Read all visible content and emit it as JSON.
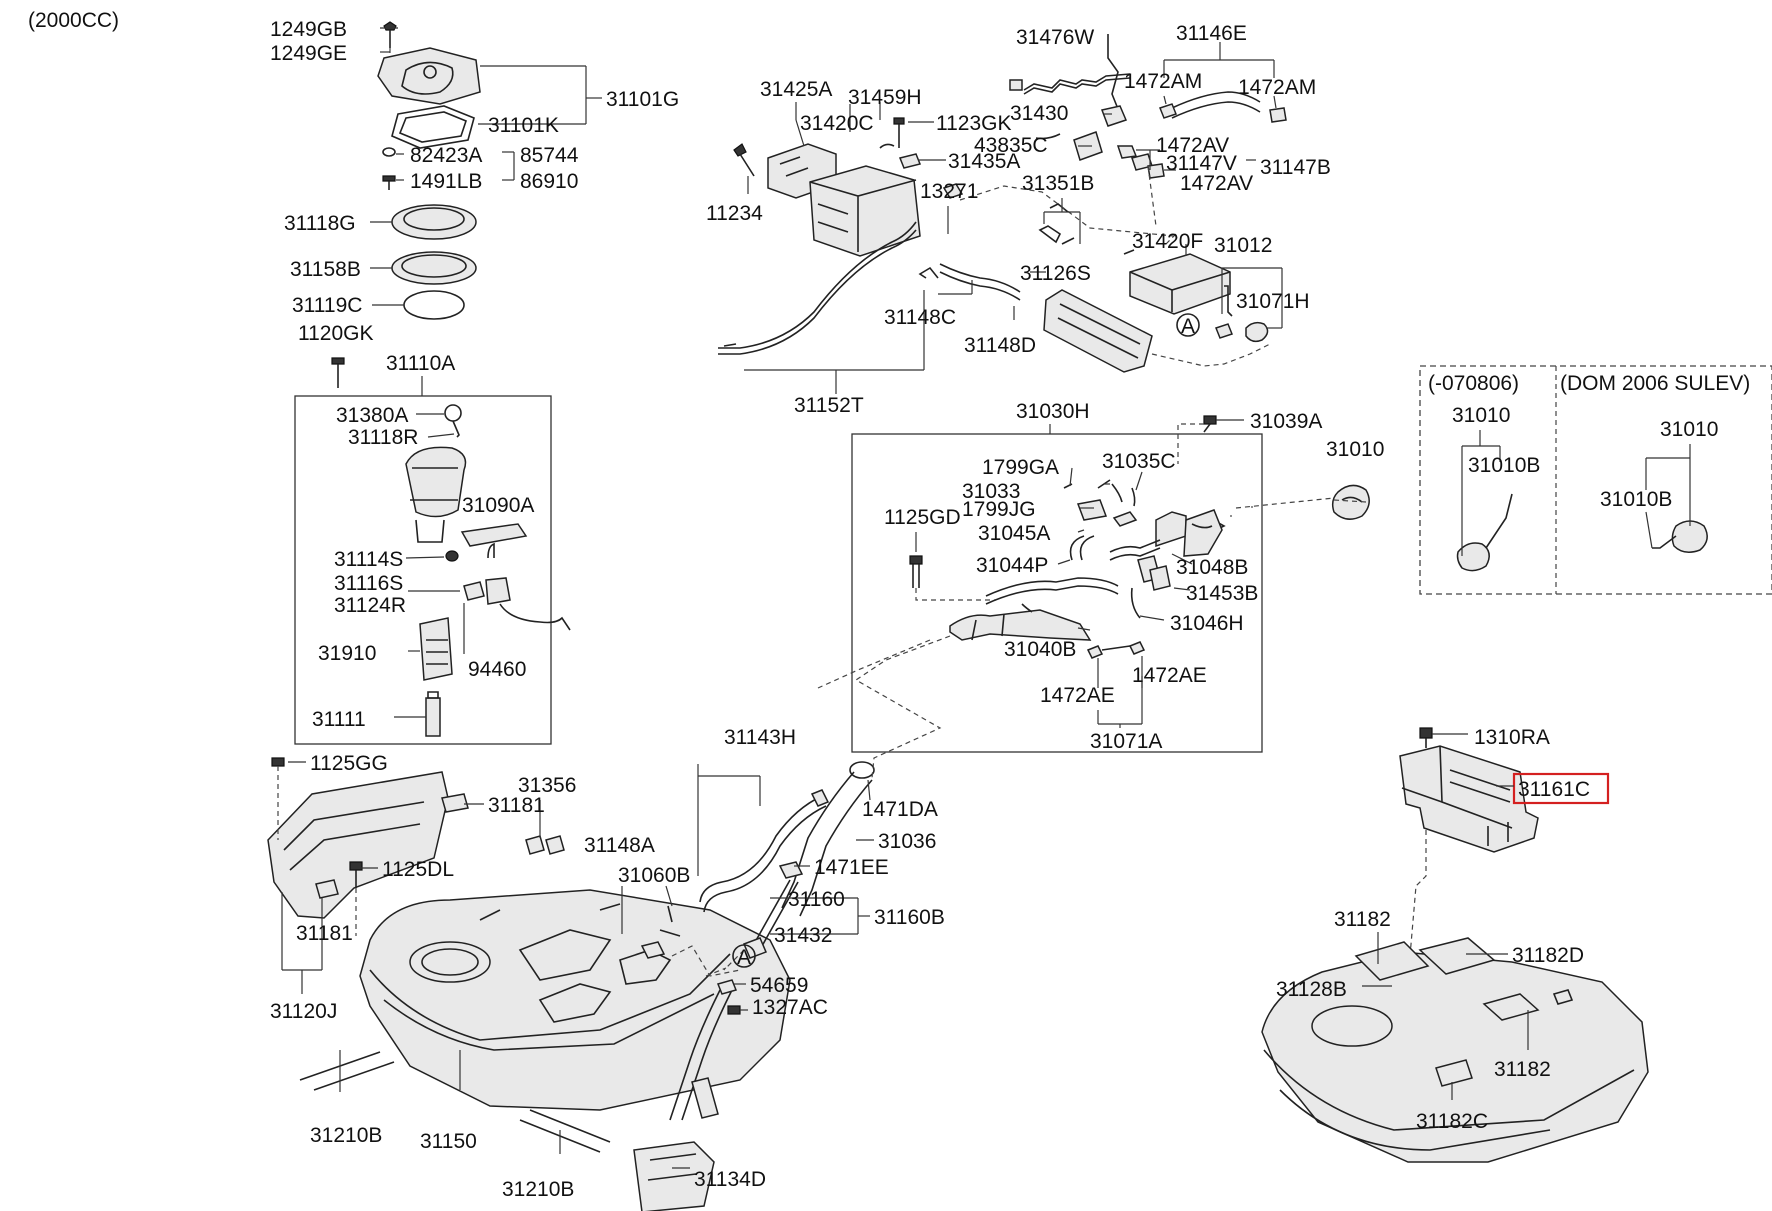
{
  "header": {
    "engine_label": "(2000CC)"
  },
  "labels": {
    "l_1249GB": "1249GB",
    "l_1249GE": "1249GE",
    "l_31101G": "31101G",
    "l_31101K": "31101K",
    "l_82423A": "82423A",
    "l_85744": "85744",
    "l_1491LB": "1491LB",
    "l_86910": "86910",
    "l_31118G": "31118G",
    "l_31158B": "31158B",
    "l_31119C": "31119C",
    "l_1120GK": "1120GK",
    "l_31110A": "31110A",
    "l_31380A": "31380A",
    "l_31118R": "31118R",
    "l_31090A": "31090A",
    "l_31114S": "31114S",
    "l_31116S": "31116S",
    "l_31124R": "31124R",
    "l_31910": "31910",
    "l_94460": "94460",
    "l_31111": "31111",
    "l_31425A": "31425A",
    "l_31459H": "31459H",
    "l_31420C": "31420C",
    "l_1123GK": "1123GK",
    "l_31435A": "31435A",
    "l_11234": "11234",
    "l_13271": "13271",
    "l_31351B": "31351B",
    "l_31476W": "31476W",
    "l_31146E": "31146E",
    "l_1472AM_a": "1472AM",
    "l_1472AM_b": "1472AM",
    "l_31430": "31430",
    "l_43835C": "43835C",
    "l_1472AV_a": "1472AV",
    "l_31147V": "31147V",
    "l_1472AV_b": "1472AV",
    "l_31147B": "31147B",
    "l_31420F": "31420F",
    "l_31012": "31012",
    "l_31126S": "31126S",
    "l_31071H": "31071H",
    "l_31148C": "31148C",
    "l_31148D": "31148D",
    "l_31152T": "31152T",
    "l_31030H": "31030H",
    "l_31039A": "31039A",
    "l_31010_main": "31010",
    "l_1799GA": "1799GA",
    "l_31035C": "31035C",
    "l_31033": "31033",
    "l_1799JG": "1799JG",
    "l_1125GD": "1125GD",
    "l_31045A": "31045A",
    "l_31044P": "31044P",
    "l_31048B": "31048B",
    "l_31453B": "31453B",
    "l_31046H": "31046H",
    "l_31040B": "31040B",
    "l_1472AE_a": "1472AE",
    "l_1472AE_b": "1472AE",
    "l_31071A": "31071A",
    "l_box1_title": "(-070806)",
    "l_box1_31010": "31010",
    "l_box1_31010B": "31010B",
    "l_box2_title": "(DOM 2006 SULEV)",
    "l_box2_31010": "31010",
    "l_box2_31010B": "31010B",
    "l_1125GG": "1125GG",
    "l_31181_a": "31181",
    "l_31356": "31356",
    "l_1125DL": "1125DL",
    "l_31181_b": "31181",
    "l_31120J": "31120J",
    "l_31143H": "31143H",
    "l_1471DA": "1471DA",
    "l_31148A": "31148A",
    "l_31036": "31036",
    "l_31060B": "31060B",
    "l_1471EE": "1471EE",
    "l_31160": "31160",
    "l_31160B": "31160B",
    "l_31432": "31432",
    "l_54659": "54659",
    "l_1327AC": "1327AC",
    "l_31210B_a": "31210B",
    "l_31150": "31150",
    "l_31210B_b": "31210B",
    "l_31134D": "31134D",
    "l_1310RA": "1310RA",
    "l_31161C": "31161C",
    "l_31182_a": "31182",
    "l_31182D": "31182D",
    "l_31128B": "31128B",
    "l_31182_b": "31182",
    "l_31182C": "31182C",
    "circle_A1": "A",
    "circle_A2": "A"
  },
  "highlight": {
    "part": "31161C",
    "color": "#d42020"
  }
}
